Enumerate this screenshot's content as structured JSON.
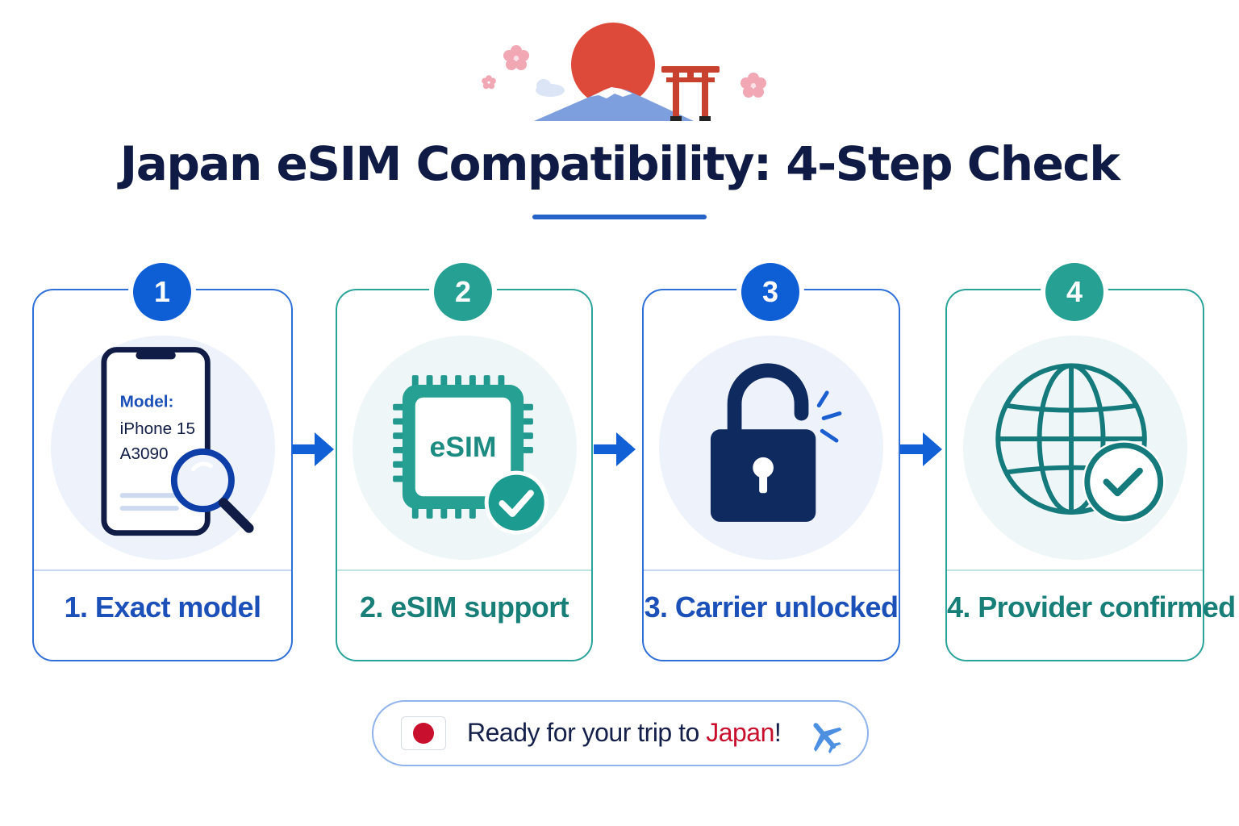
{
  "title": "Japan eSIM Compatibility: 4-Step Check",
  "colors": {
    "navy": "#0f1b45",
    "accent_blue": "#0e5ed6",
    "accent_teal": "#25a093",
    "japan_red": "#c8102e"
  },
  "steps": [
    {
      "number": "1",
      "label": "1. Exact model",
      "theme": "blue",
      "icon": "phone-search-icon",
      "phone_screen": {
        "heading": "Model:",
        "line1": "iPhone 15",
        "line2": "A3090"
      }
    },
    {
      "number": "2",
      "label": "2. eSIM support",
      "theme": "teal",
      "icon": "esim-chip-check-icon",
      "chip_text": "eSIM"
    },
    {
      "number": "3",
      "label": "3. Carrier unlocked",
      "theme": "blue",
      "icon": "unlocked-padlock-icon"
    },
    {
      "number": "4",
      "label": "4. Provider confirmed",
      "theme": "teal",
      "icon": "globe-check-icon"
    }
  ],
  "footer": {
    "flag_icon": "japan-flag-icon",
    "text_before": "Ready for your trip to ",
    "text_highlight": "Japan",
    "text_after": "!",
    "plane_icon": "airplane-icon"
  },
  "hero_icons": [
    "rising-sun-icon",
    "mount-fuji-icon",
    "torii-gate-icon",
    "cherry-blossom-icon",
    "cloud-icon"
  ]
}
